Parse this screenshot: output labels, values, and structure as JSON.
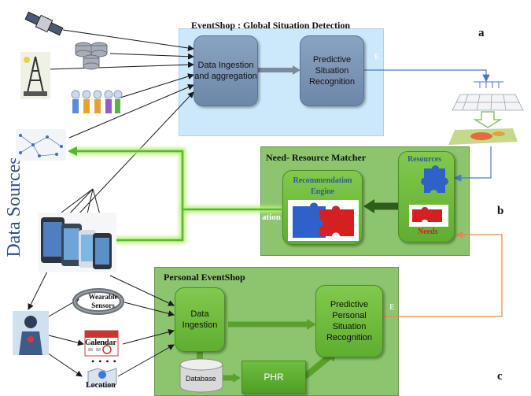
{
  "panel_a": {
    "title": "EventShop : Global Situation Detection",
    "box1": "Data Ingestion and aggregation",
    "box2": "Predictive Situation Recognition",
    "letter": "a",
    "fragment": "E"
  },
  "panel_b": {
    "title": "Need- Resource Matcher",
    "engine_label": "Recommendation Engine",
    "resources_label": "Resources",
    "needs_label": "Needs",
    "side_fragment": "ation",
    "letter": "b"
  },
  "panel_c": {
    "title": "Personal EventShop",
    "box1": "Data Ingestion",
    "box2": "Predictive Personal Situation Recognition",
    "database": "Database",
    "phr": "PHR",
    "letter": "c",
    "fragment": "E"
  },
  "sources": {
    "vertical_label": "Data Sources",
    "wearable": "Wearable Sensors",
    "calendar": "Calendar",
    "location": "Location"
  },
  "colors": {
    "panel_a_bg": "#cce9fb",
    "panel_green_bg": "#8dc56f",
    "box_blue": "#7a93b4",
    "box_green": "#6cbb3c",
    "feedback_arrow_green": "#7fd13b",
    "orange_arrow": "#e8874a",
    "blue_arrow": "#4a78c2"
  }
}
